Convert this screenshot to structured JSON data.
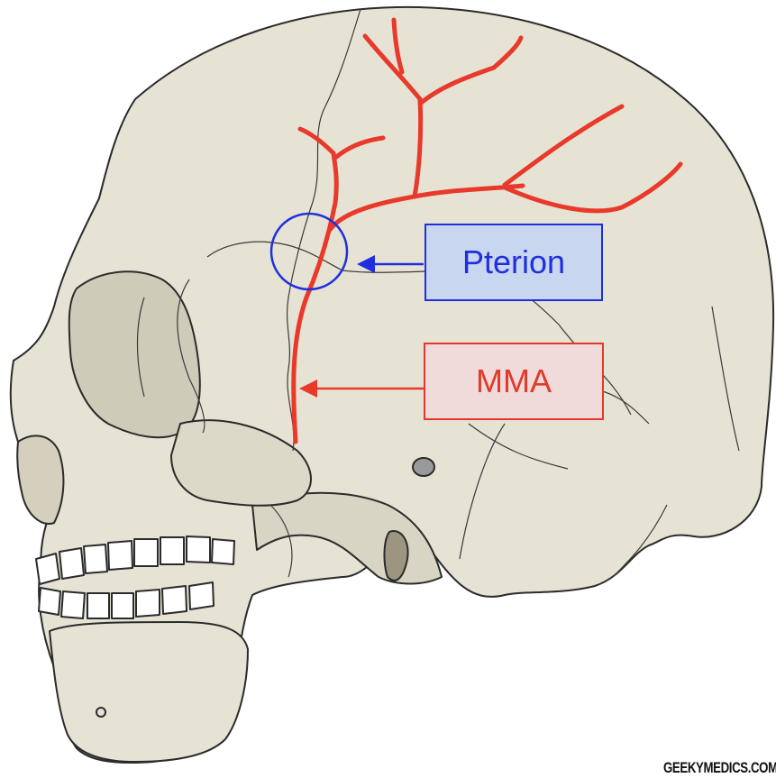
{
  "labels": {
    "pterion": "Pterion",
    "mma": "MMA"
  },
  "watermark": "GEEKYMEDICS.COM",
  "colors": {
    "artery": "#e8392b",
    "pterion_blue": "#1f2fe0",
    "pterion_fill": "#c9d6ef",
    "mma_fill": "#f0dada",
    "bone": "#e6e3d4",
    "outline": "#2b2b2b"
  },
  "icons": [
    "skull-illustration",
    "arrow-left-icon"
  ]
}
